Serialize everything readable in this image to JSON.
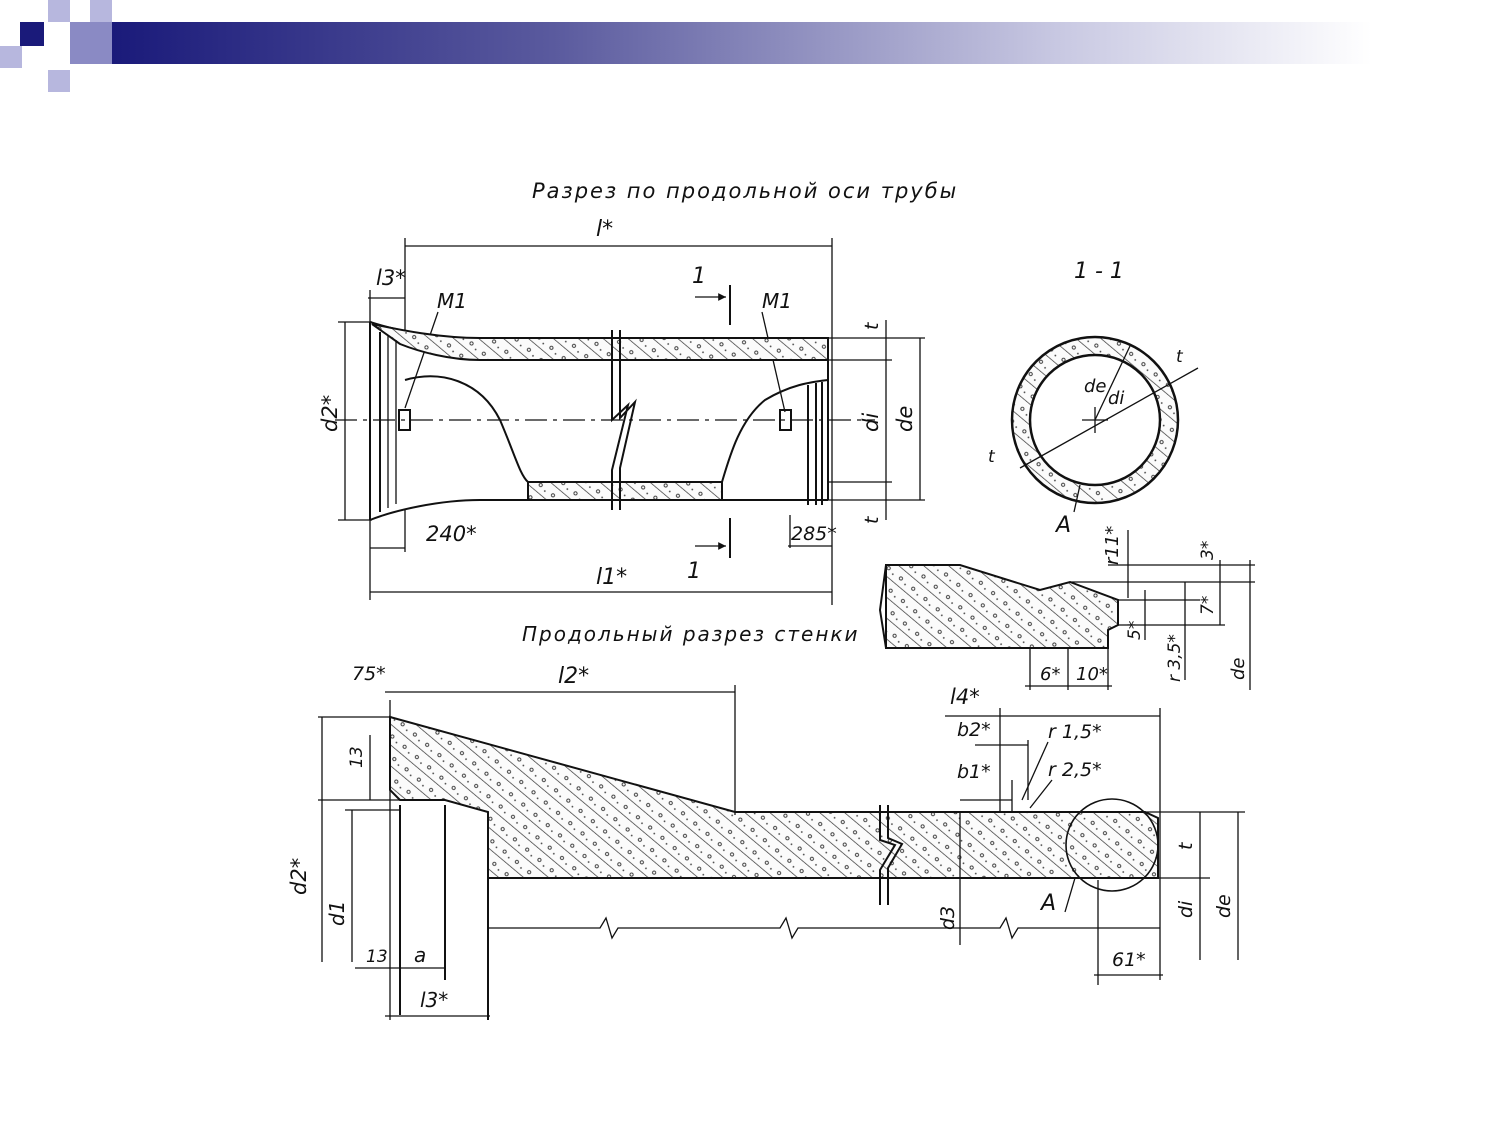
{
  "theme": {
    "header_dark": "#1a1a7a",
    "header_light": "#ffffff",
    "square_light": "#b7b7de",
    "ink": "#111111"
  },
  "titles": {
    "top_section": "Разрез по продольной оси трубы",
    "section_1_1": "1 - 1",
    "wall_section": "Продольный  разрез стенки"
  },
  "top_view": {
    "l": "l*",
    "l3": "l3*",
    "l1": "l1*",
    "m1_left": "M1",
    "m1_right": "M1",
    "cut_top": "1",
    "cut_bottom": "1",
    "d2": "d2*",
    "dim_240": "240*",
    "dim_285": "285*",
    "t": "t",
    "di": "di",
    "de": "de"
  },
  "section_view": {
    "de": "de",
    "di": "di",
    "t_top": "t",
    "t_bottom": "t",
    "a": "A"
  },
  "detail_a": {
    "r": "r11*",
    "d3": "3*",
    "d7": "7*",
    "d5": "5*",
    "r35": "r 3,5*",
    "de": "de",
    "d6": "6*",
    "d10": "10*"
  },
  "wall_view": {
    "dim_75": "75*",
    "l2": "l2*",
    "dim_13_top": "13",
    "d2": "d2*",
    "d1": "d1",
    "dim_13_bottom": "13",
    "a": "a",
    "l3": "l3*",
    "l4": "l4*",
    "b2": "b2*",
    "b1": "b1*",
    "r15": "r 1,5*",
    "r25": "r 2,5*",
    "t": "t",
    "d3": "d3",
    "A": "A",
    "dim_61": "61*",
    "di": "di",
    "de": "de"
  }
}
